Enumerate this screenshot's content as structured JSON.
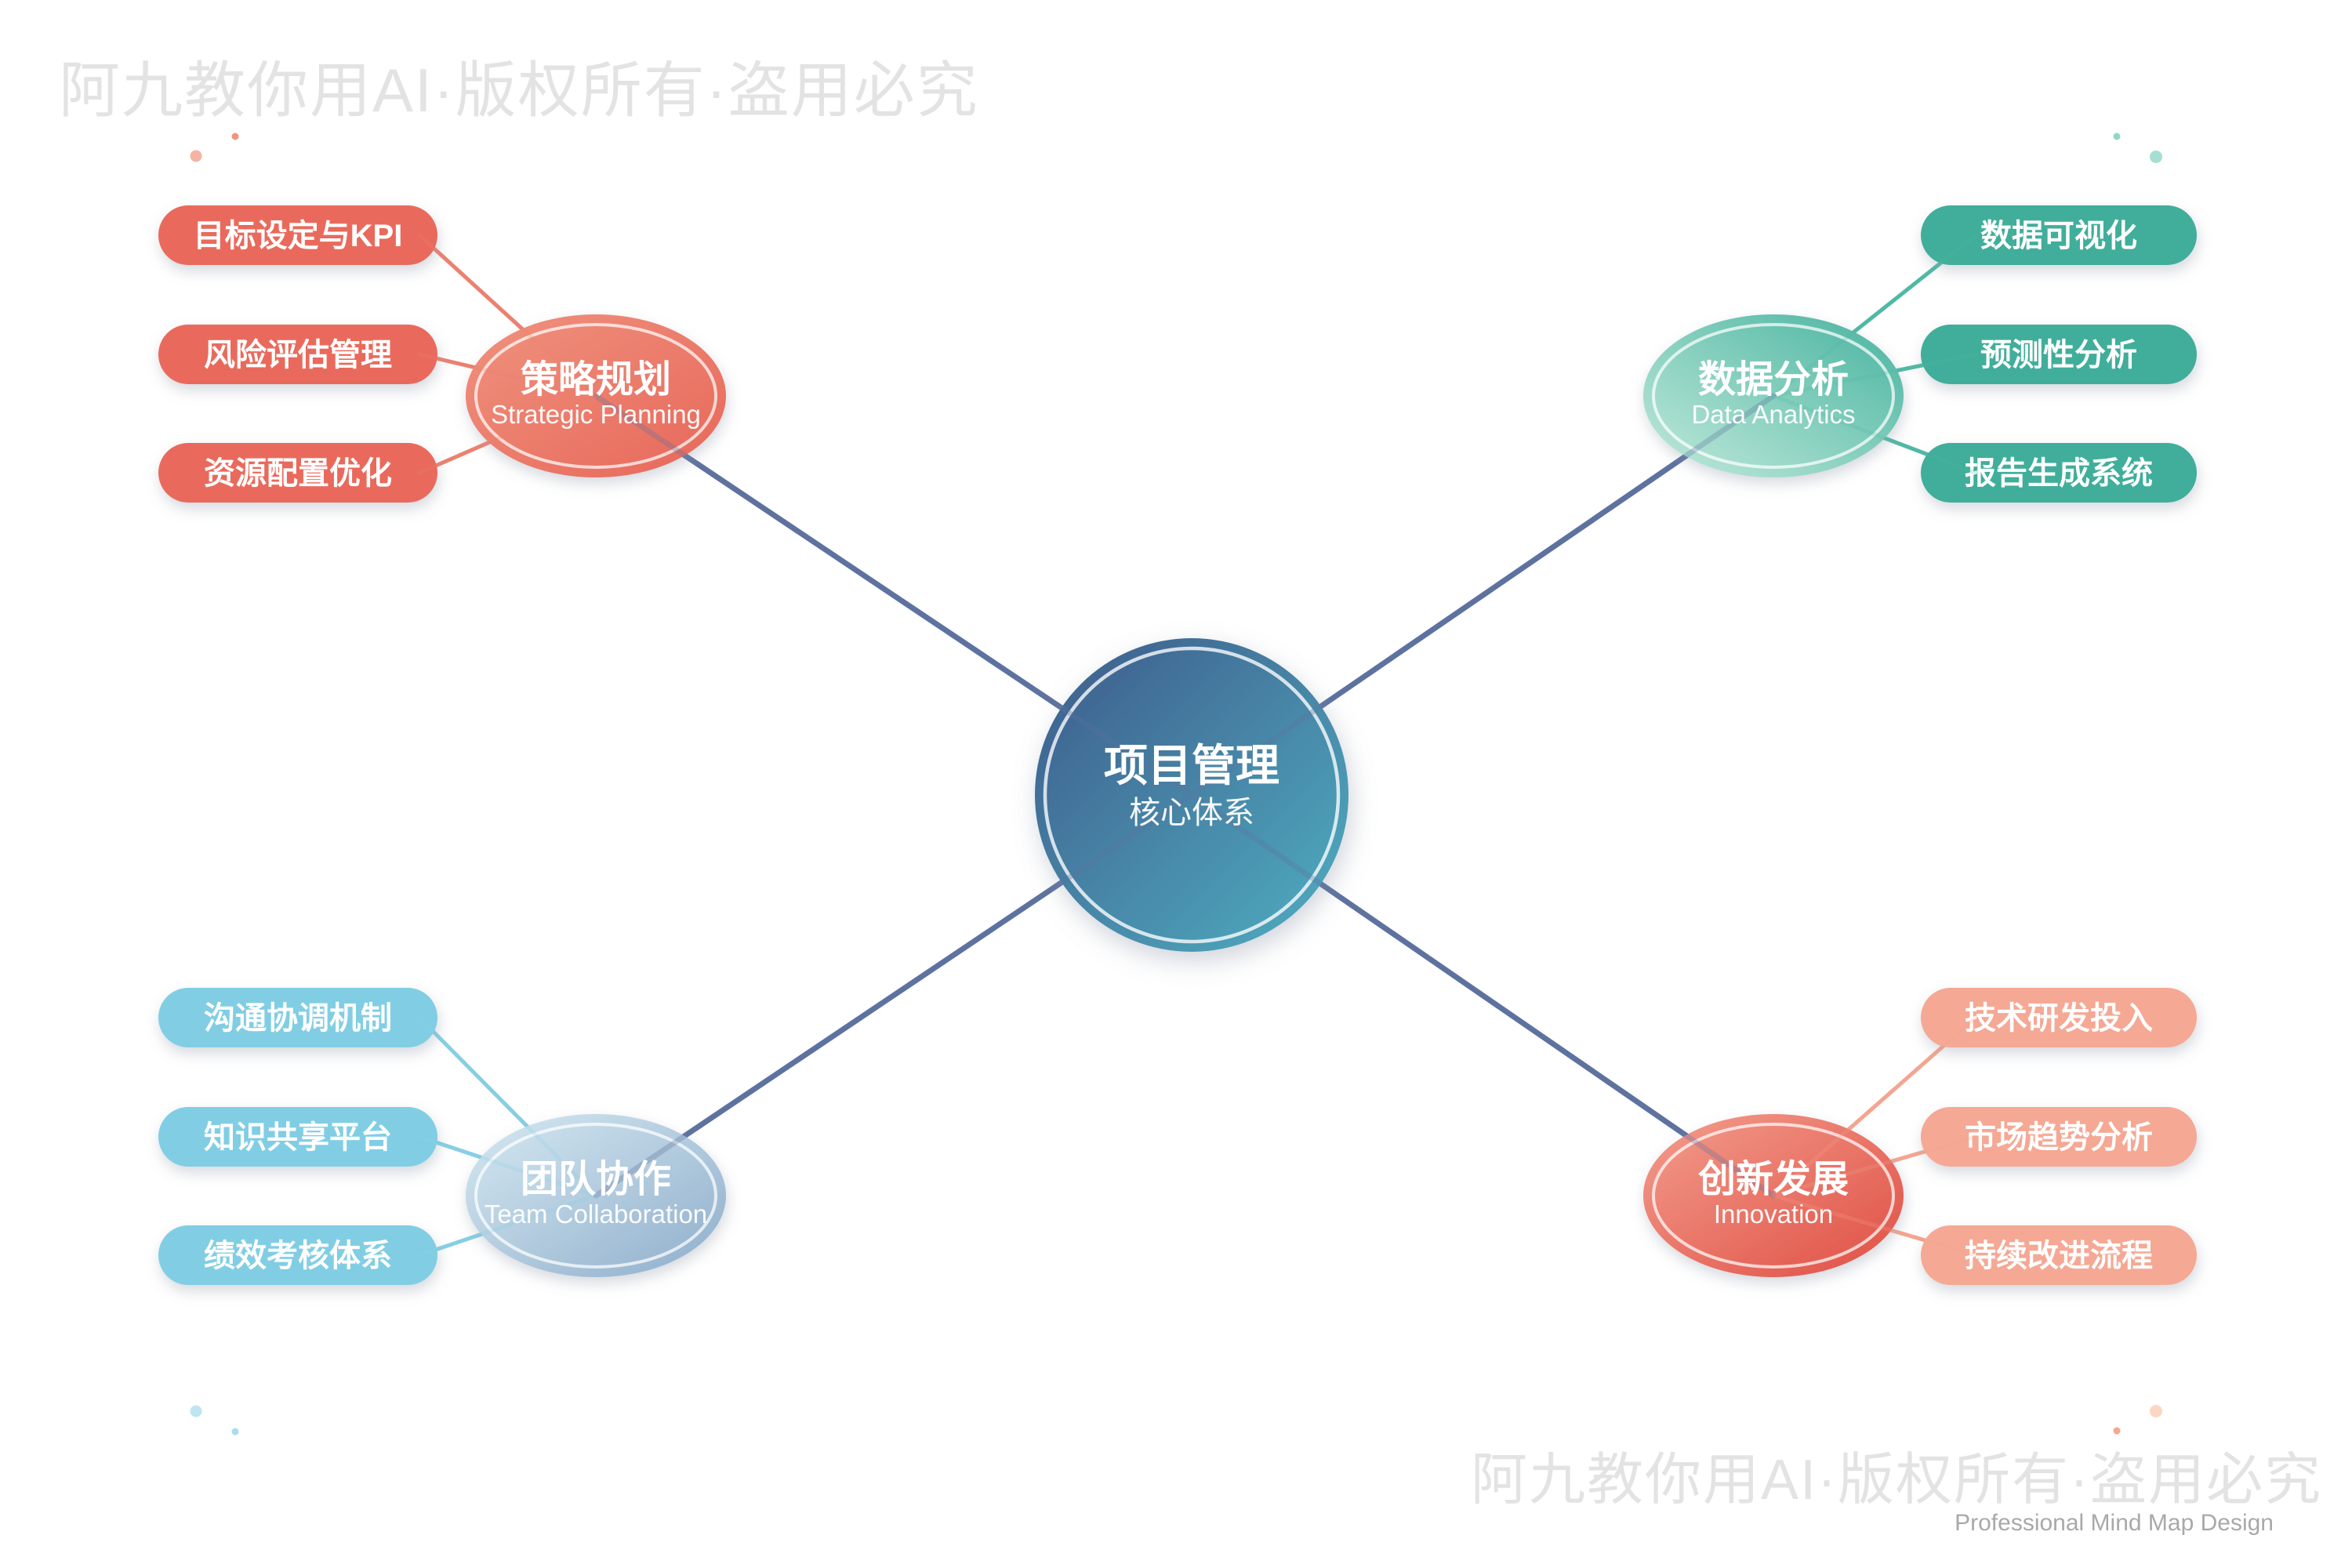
{
  "watermark": {
    "top": "阿九教你用AI·版权所有·盗用必究",
    "bottom": "阿九教你用AI·版权所有·盗用必究",
    "bottom_subtitle": "Professional Mind Map Design"
  },
  "center": {
    "title": "项目管理",
    "subtitle": "核心体系"
  },
  "branches": [
    {
      "id": "strategic-planning",
      "title": "策略规划",
      "subtitle": "Strategic Planning",
      "position": "top-left",
      "leaves": [
        "目标设定与KPI",
        "风险评估管理",
        "资源配置优化"
      ]
    },
    {
      "id": "data-analytics",
      "title": "数据分析",
      "subtitle": "Data Analytics",
      "position": "top-right",
      "leaves": [
        "数据可视化",
        "预测性分析",
        "报告生成系统"
      ]
    },
    {
      "id": "team-collaboration",
      "title": "团队协作",
      "subtitle": "Team Collaboration",
      "position": "bottom-left",
      "leaves": [
        "沟通协调机制",
        "知识共享平台",
        "绩效考核体系"
      ]
    },
    {
      "id": "innovation",
      "title": "创新发展",
      "subtitle": "Innovation",
      "position": "bottom-right",
      "leaves": [
        "技术研发投入",
        "市场趋势分析",
        "持续改进流程"
      ]
    }
  ],
  "colors": {
    "background": "#FFFFFF",
    "node_text": "#FFFFFF",
    "trunk_line": "#5E72A0",
    "center_grad_start": "#3D5A8A",
    "center_grad_end": "#50AFC2",
    "strategy_pill": "#E96A5C",
    "strategy_grad_start": "#F0927E",
    "strategy_grad_end": "#E7675A",
    "strategy_line": "#EC8170",
    "data_pill": "#3FAE9A",
    "data_grad_start": "#48B3A0",
    "data_grad_end": "#C2EADB",
    "data_line": "#4FB9A4",
    "team_pill": "#81CEE4",
    "team_grad_start": "#D6E9F2",
    "team_grad_end": "#8FAECB",
    "team_line": "#86CFE5",
    "innovation_pill": "#F5A894",
    "innovation_grad_start": "#F39D8D",
    "innovation_grad_end": "#DF4F44",
    "innovation_line": "#F4A590",
    "watermark": "#E3E3E3",
    "watermark_sub": "#A9A9A9",
    "dot_tl_small": "#EF947F",
    "dot_tl_large": "#F6B3A4",
    "dot_tr_small": "#8FD8C8",
    "dot_tr_large": "#A5DFD1",
    "dot_bl_large": "#BFE4F2",
    "dot_bl_small": "#A8DCEF",
    "dot_br_large": "#FAD7C3",
    "dot_br_small": "#F5A88B"
  }
}
